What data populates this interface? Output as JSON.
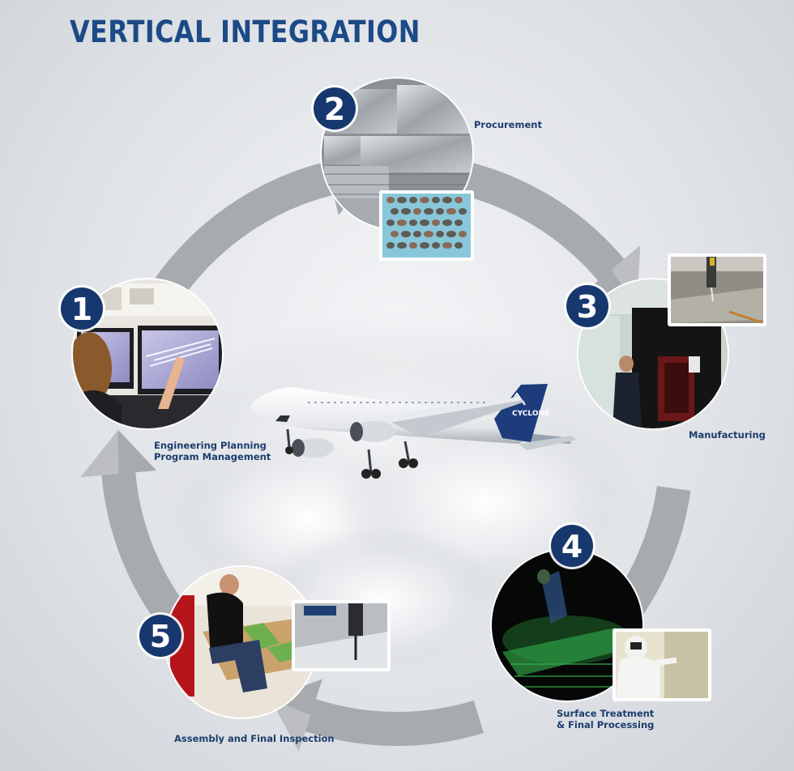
{
  "title": "VERTICAL INTEGRATION",
  "colors": {
    "title": "#1c4a87",
    "badge": "#17386e",
    "label": "#1c3d6e",
    "arrow": "#a7aaae",
    "arrow_light": "#c9cbce",
    "tail": "#17386e"
  },
  "steps": [
    {
      "number": "1",
      "label_lines": [
        "Engineering Planning",
        "Program Management"
      ]
    },
    {
      "number": "2",
      "label_lines": [
        "Procurement"
      ]
    },
    {
      "number": "3",
      "label_lines": [
        "Manufacturing"
      ]
    },
    {
      "number": "4",
      "label_lines": [
        "Surface Treatment",
        "& Final Processing"
      ]
    },
    {
      "number": "5",
      "label_lines": [
        "Assembly and Final Inspection"
      ]
    }
  ],
  "aircraft": {
    "tail_logo": "CYCLONE"
  }
}
